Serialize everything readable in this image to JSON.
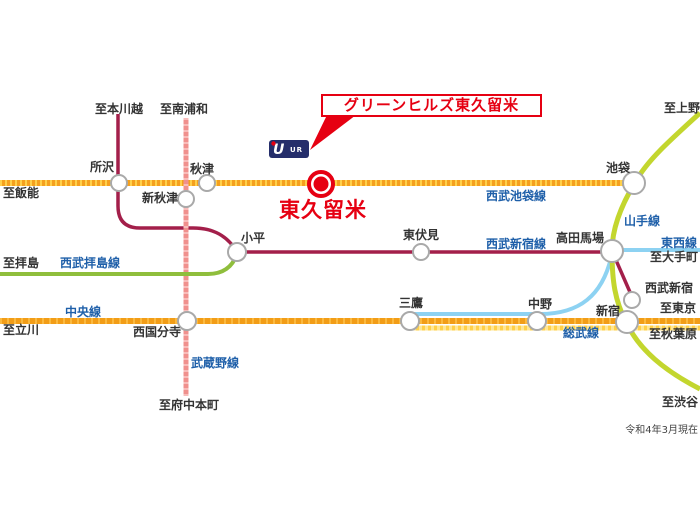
{
  "callout": {
    "label": "グリーンヒルズ東久留米"
  },
  "ur_badge": {
    "mark": "U",
    "text": "UR"
  },
  "highlighted_station": {
    "name": "東久留米"
  },
  "stations": {
    "tokorozawa": "所沢",
    "akitsu": "秋津",
    "shin_akitsu": "新秋津",
    "kodaira": "小平",
    "higashi_fushimi": "東伏見",
    "takadanobaba": "高田馬場",
    "ikebukuro": "池袋",
    "seibu_shinjuku": "西武新宿",
    "shinjuku": "新宿",
    "nakano": "中野",
    "mitaka": "三鷹",
    "nishi_kokubunji": "西国分寺"
  },
  "line_labels": {
    "seibu_ikebukuro": "西武池袋線",
    "seibu_shinjuku": "西武新宿線",
    "seibu_haijima": "西武拝島線",
    "chuo": "中央線",
    "sobu": "総武線",
    "yamanote": "山手線",
    "tozai": "東西線",
    "musashino": "武蔵野線"
  },
  "endpoints": {
    "hon_kawagoe": "至本川越",
    "minami_urawa": "至南浦和",
    "ueno": "至上野",
    "hanno": "至飯能",
    "haijima": "至拝島",
    "otemachi": "至大手町",
    "tachikawa": "至立川",
    "tokyo": "至東京",
    "akihabara": "至秋葉原",
    "shibuya": "至渋谷",
    "fuchu_hommachi": "至府中本町"
  },
  "note": {
    "as_of": "令和4年3月現在"
  },
  "colors": {
    "accent_red": "#E60012",
    "label_blue": "#1E5FA9",
    "seibu_ikebukuro_orange": "#F5A01E",
    "seibu_ikebukuro_tick": "#FFD04A",
    "seibu_shinjuku_maroon": "#A31F4A",
    "seibu_haijima_green": "#8FBE3C",
    "chuo_orange": "#F29D17",
    "sobu_yellow": "#FFDE73",
    "yamanote_green": "#C3D62E",
    "tozai_blue": "#8DD2F2",
    "musashino_pink": "#F0908D",
    "ur_navy": "#252E6B",
    "station_stroke": "#A9A9A9"
  }
}
